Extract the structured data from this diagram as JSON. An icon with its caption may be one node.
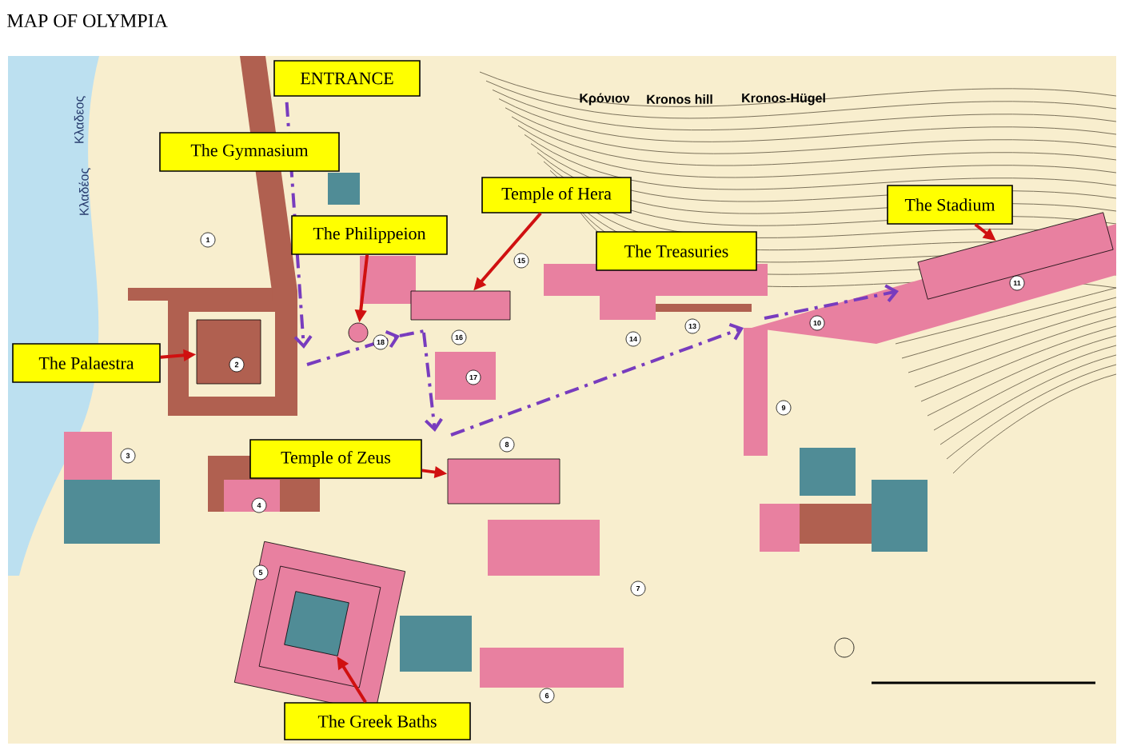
{
  "diagram": {
    "title": "MAP OF OLYMPIA",
    "nodes": [
      {
        "text": [
          "ENTRANCE"
        ]
      },
      {
        "text": [
          "The Gymnasium"
        ]
      },
      {
        "text": [
          "Temple of Hera"
        ]
      },
      {
        "text": [
          "The Philippeion"
        ]
      },
      {
        "text": [
          "The Treasuries"
        ]
      },
      {
        "text": [
          "The Stadium"
        ]
      },
      {
        "text": [
          "The Palaestra"
        ]
      },
      {
        "text": [
          "Temple of Zeus"
        ]
      },
      {
        "text": [
          "The Greek Baths"
        ]
      },
      {
        "text": [],
        "shape": "box"
      },
      {
        "text": [],
        "shape": "circle"
      },
      {
        "text": [],
        "shape": "box"
      },
      {
        "text": [],
        "shape": "box"
      },
      {
        "text": [],
        "shape": "box"
      },
      {
        "text": [],
        "shape": "box"
      }
    ],
    "edges": [
      {
        "from": 6,
        "to": 9,
        "arrow": "to"
      },
      {
        "from": 3,
        "to": 10,
        "arrow": "to"
      },
      {
        "from": 2,
        "to": 11,
        "arrow": "to"
      },
      {
        "from": 5,
        "to": 12,
        "arrow": "to"
      },
      {
        "from": 7,
        "to": 13,
        "arrow": "to"
      },
      {
        "from": 8,
        "to": 14,
        "arrow": "to"
      }
    ],
    "labels": [
      "Κρόνιον",
      "Kronos hill",
      "Kronos-Hügel",
      "Κλαδεος",
      "Κλαδέος",
      "1",
      "2",
      "3",
      "4",
      "5",
      "6",
      "7",
      "8",
      "9",
      "10",
      "11",
      "13",
      "14",
      "15",
      "16",
      "17",
      "18"
    ]
  }
}
